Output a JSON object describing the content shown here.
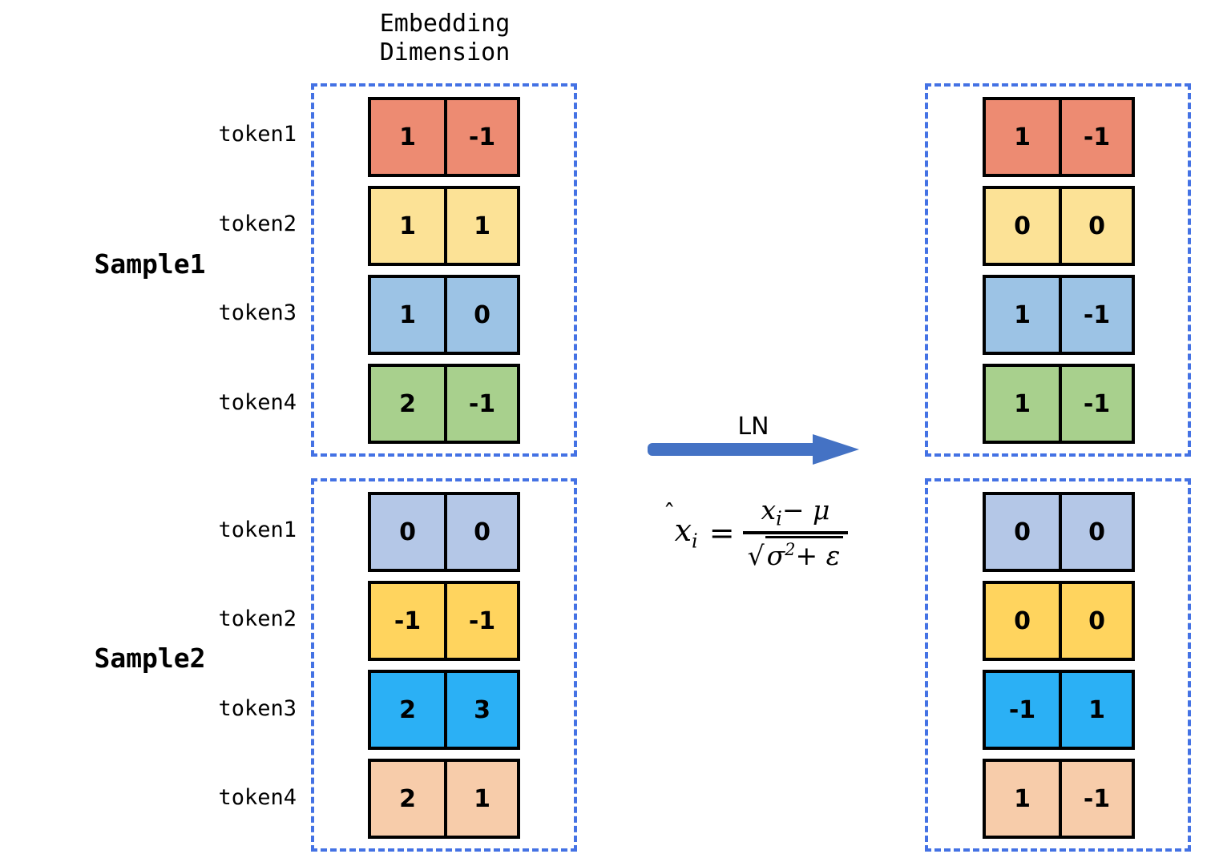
{
  "diagram": {
    "column_header": "Embedding\nDimension",
    "transform_label": "LN",
    "formula": {
      "lhs_var": "x",
      "lhs_sub": "i",
      "equals": "=",
      "numerator_var": "x",
      "numerator_sub": "i",
      "numerator_rest": "− μ",
      "denominator_sigma": "σ",
      "denominator_sup": "2",
      "denominator_rest": "+ ε",
      "plain_text": "x̂ᵢ = (xᵢ − μ) / √(σ² + ε)"
    },
    "colors": {
      "dashed_border": "#4472E4",
      "arrow": "#4472C4",
      "cell_border": "#000000",
      "background": "#FFFFFF",
      "row_salmon": "#ED8B72",
      "row_light_yellow": "#FCE296",
      "row_light_blue": "#9CC3E5",
      "row_green": "#A8D08D",
      "row_lavender": "#B4C7E7",
      "row_gold": "#FFD45E",
      "row_bright_blue": "#2BB0F5",
      "row_peach": "#F7CCAA"
    },
    "samples": [
      {
        "label": "Sample1",
        "token_labels": [
          "token1",
          "token2",
          "token3",
          "token4"
        ],
        "input": {
          "rows": [
            {
              "token": "token1",
              "color": "#ED8B72",
              "values": [
                "1",
                "-1"
              ]
            },
            {
              "token": "token2",
              "color": "#FCE296",
              "values": [
                "1",
                "1"
              ]
            },
            {
              "token": "token3",
              "color": "#9CC3E5",
              "values": [
                "1",
                "0"
              ]
            },
            {
              "token": "token4",
              "color": "#A8D08D",
              "values": [
                "2",
                "-1"
              ]
            }
          ]
        },
        "output": {
          "rows": [
            {
              "token": "token1",
              "color": "#ED8B72",
              "values": [
                "1",
                "-1"
              ]
            },
            {
              "token": "token2",
              "color": "#FCE296",
              "values": [
                "0",
                "0"
              ]
            },
            {
              "token": "token3",
              "color": "#9CC3E5",
              "values": [
                "1",
                "-1"
              ]
            },
            {
              "token": "token4",
              "color": "#A8D08D",
              "values": [
                "1",
                "-1"
              ]
            }
          ]
        }
      },
      {
        "label": "Sample2",
        "token_labels": [
          "token1",
          "token2",
          "token3",
          "token4"
        ],
        "input": {
          "rows": [
            {
              "token": "token1",
              "color": "#B4C7E7",
              "values": [
                "0",
                "0"
              ]
            },
            {
              "token": "token2",
              "color": "#FFD45E",
              "values": [
                "-1",
                "-1"
              ]
            },
            {
              "token": "token3",
              "color": "#2BB0F5",
              "values": [
                "2",
                "3"
              ]
            },
            {
              "token": "token4",
              "color": "#F7CCAA",
              "values": [
                "2",
                "1"
              ]
            }
          ]
        },
        "output": {
          "rows": [
            {
              "token": "token1",
              "color": "#B4C7E7",
              "values": [
                "0",
                "0"
              ]
            },
            {
              "token": "token2",
              "color": "#FFD45E",
              "values": [
                "0",
                "0"
              ]
            },
            {
              "token": "token3",
              "color": "#2BB0F5",
              "values": [
                "-1",
                "1"
              ]
            },
            {
              "token": "token4",
              "color": "#F7CCAA",
              "values": [
                "1",
                "-1"
              ]
            }
          ]
        }
      }
    ]
  }
}
